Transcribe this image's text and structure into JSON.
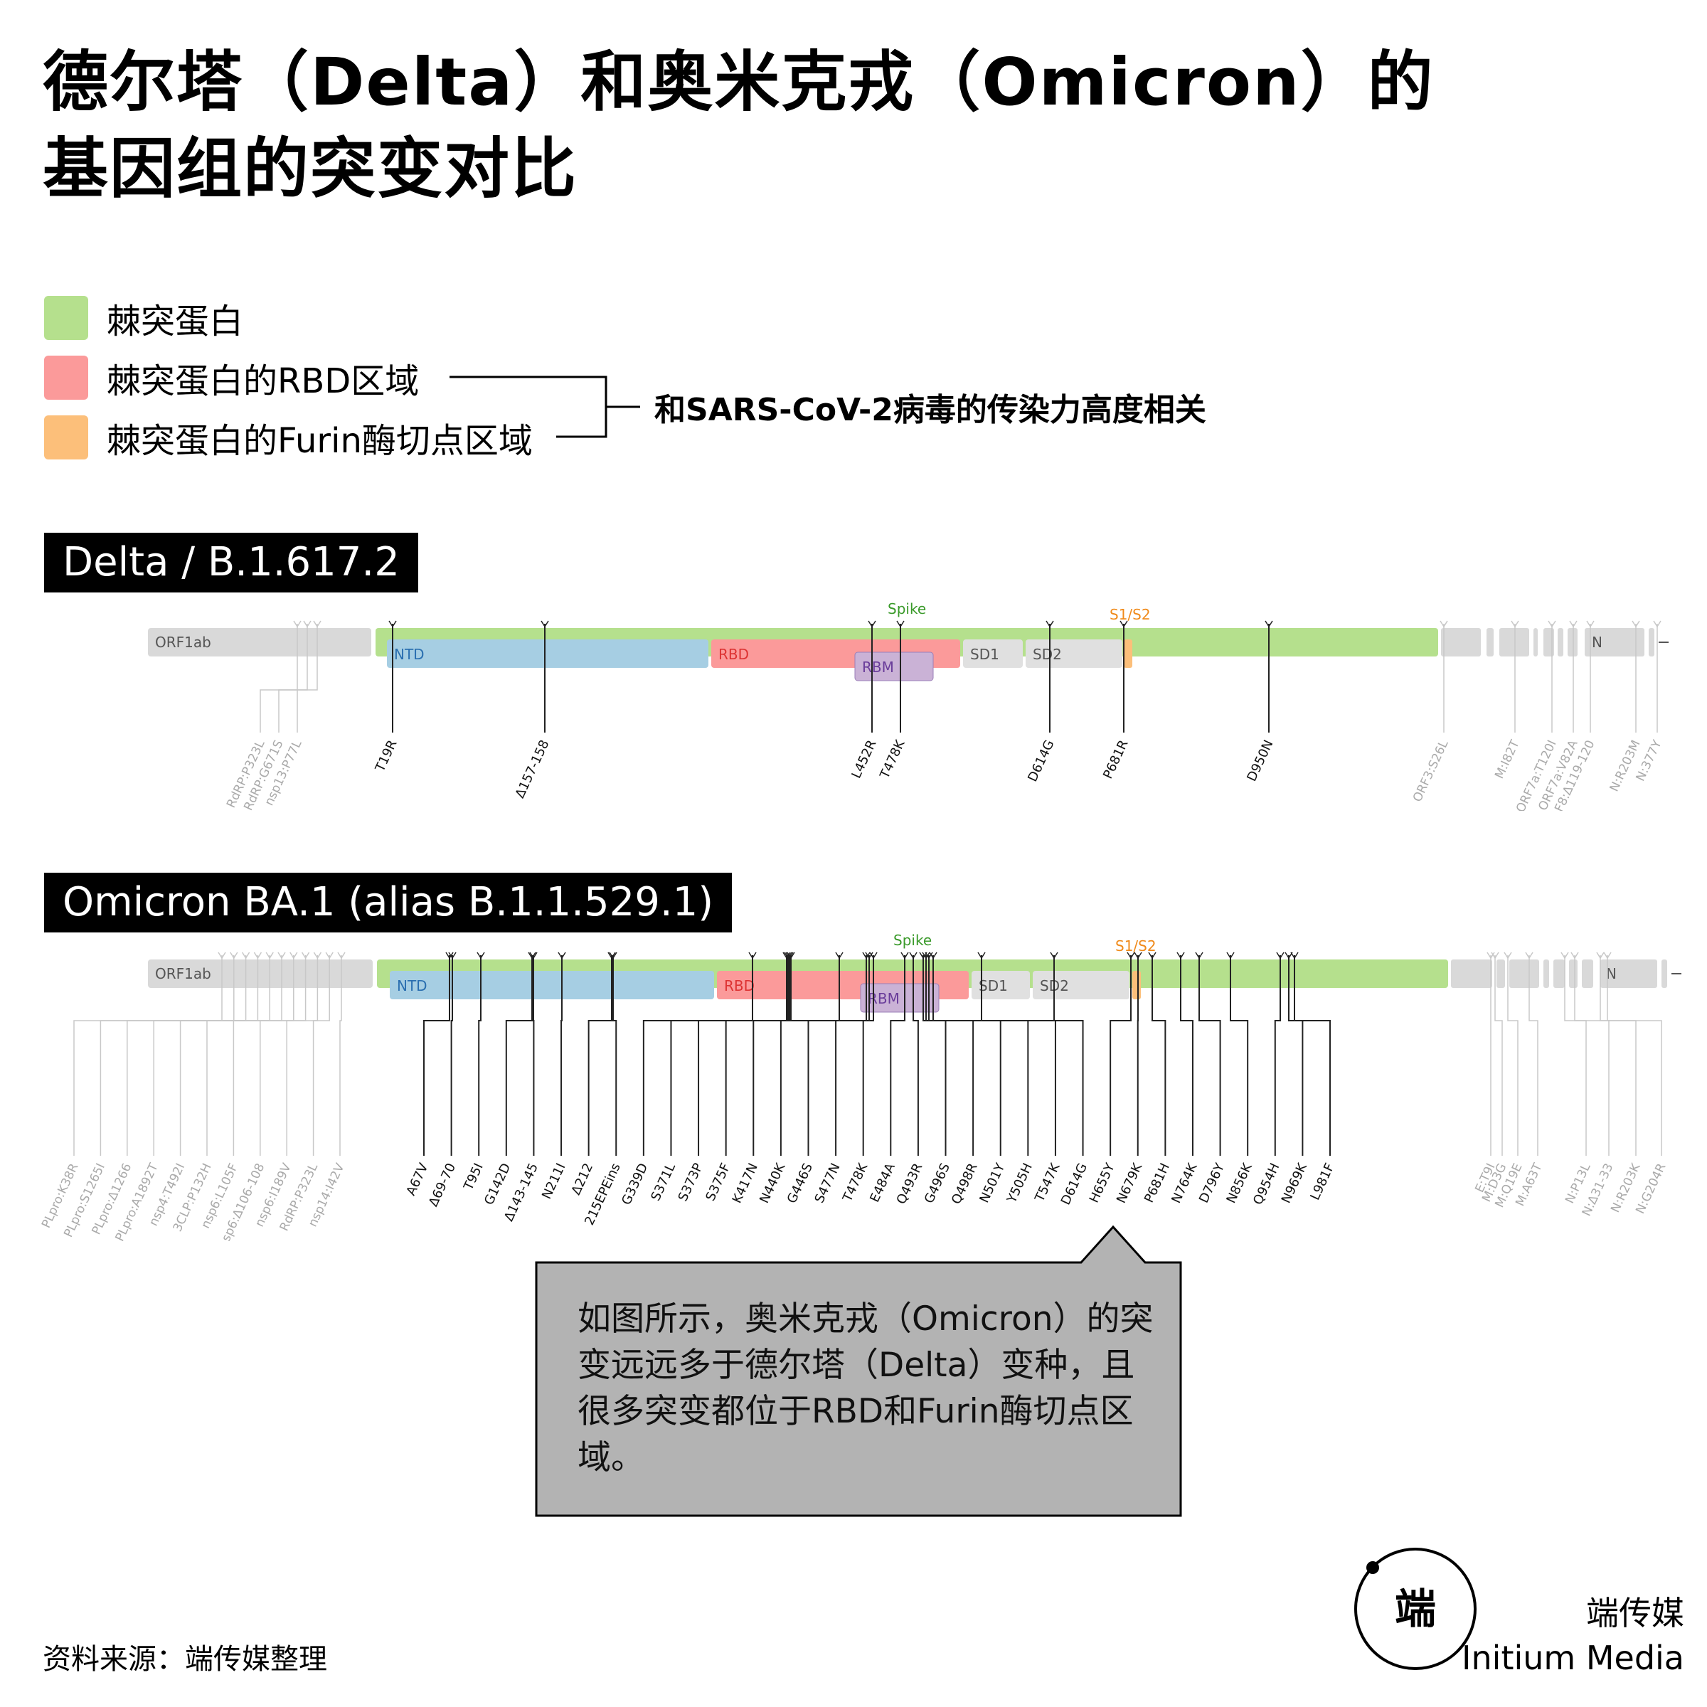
{
  "title": {
    "line1": "德尔塔（Delta）和奥米克戎（Omicron）的",
    "line2": "基因组的突变对比"
  },
  "legend": [
    {
      "label": "棘突蛋白",
      "color": "#b5e08d"
    },
    {
      "label": "棘突蛋白的RBD区域",
      "color": "#fb9a9a"
    },
    {
      "label": "棘突蛋白的Furin酶切点区域",
      "color": "#fcbf7a"
    }
  ],
  "bracket_note": "和SARS-CoV-2病毒的传染力高度相关",
  "delta": {
    "label": "Delta / B.1.617.2",
    "domains": {
      "orf": "ORF1ab",
      "ntd": "NTD",
      "rbd": "RBD",
      "rbm": "RBM",
      "sd1": "SD1",
      "sd2": "SD2",
      "n": "N",
      "spike": "Spike",
      "s1s2": "S1/S2"
    },
    "gray_mutations": [
      "RdRP:P323L",
      "RdRP:G671S",
      "nsp13:P77L"
    ],
    "spike_mutations": [
      "T19R",
      "Δ157-158",
      "L452R",
      "T478K",
      "D614G",
      "P681R",
      "D950N"
    ],
    "right_mutations": [
      "ORF3:S26L",
      "M:I82T",
      "ORF7a:T120I",
      "ORF7a:V82A",
      "ORF8:Δ119-120",
      "N:R203M",
      "N:377Y"
    ]
  },
  "omicron": {
    "label": "Omicron BA.1 (alias B.1.1.529.1)",
    "domains": {
      "orf": "ORF1ab",
      "ntd": "NTD",
      "rbd": "RBD",
      "rbm": "RBM",
      "sd1": "SD1",
      "sd2": "SD2",
      "n": "N",
      "spike": "Spike",
      "s1s2": "S1/S2"
    },
    "gray_mutations": [
      "PLpro:K38R",
      "PLpro:S1265I",
      "PLpro:Δ1266",
      "PLpro:A1892T",
      "nsp4:T492I",
      "3CLP:P132H",
      "nsp6:L105F",
      "nsp6:Δ106-108",
      "nsp6:I189V",
      "RdRP:P323L",
      "nsp14:I42V"
    ],
    "spike_mutations": [
      "A67V",
      "Δ69-70",
      "T95I",
      "G142D",
      "Δ143-145",
      "N211I",
      "Δ212",
      "215EPEins",
      "G339D",
      "S371L",
      "S373P",
      "S375F",
      "K417N",
      "N440K",
      "G446S",
      "S477N",
      "T478K",
      "E484A",
      "Q493R",
      "G496S",
      "Q498R",
      "N501Y",
      "Y505H",
      "T547K",
      "D614G",
      "H655Y",
      "N679K",
      "P681H",
      "N764K",
      "D796Y",
      "N856K",
      "Q954H",
      "N969K",
      "L981F"
    ],
    "right_mutations": [
      "E:T9I",
      "M:D3G",
      "M:Q19E",
      "M:A63T",
      "N:P13L",
      "N:Δ31-33",
      "N:R203K",
      "N:G204R"
    ]
  },
  "callout": "如图所示，奥米克戎（Omicron）的突变远远多于德尔塔（Delta）变种，且很多突变都位于RBD和Furin酶切点区域。",
  "source": "资料来源：端传媒整理",
  "brand": {
    "cn": "端传媒",
    "en": "Initium Media",
    "logo_text": "端"
  }
}
